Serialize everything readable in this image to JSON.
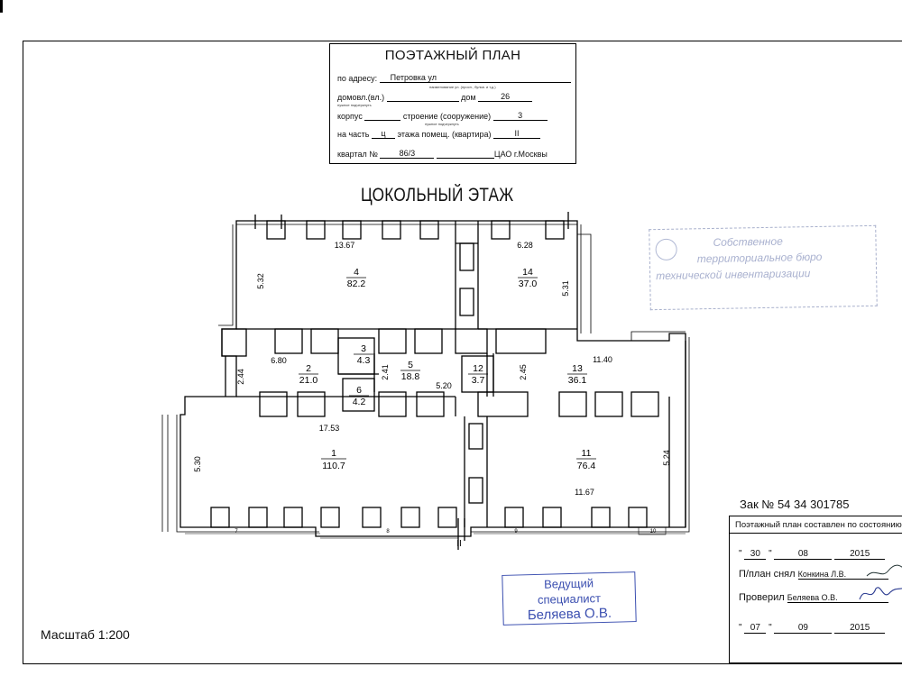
{
  "stamp": {
    "title": "ПОЭТАЖНЫЙ ПЛАН",
    "address_label": "по адресу:",
    "address_value": "Петровка ул",
    "address_hint": "наименование ул. (просп., бульв. и т.д.)",
    "house_label": "домовл.(вл.)",
    "house_hint": "нужное подчеркнуть",
    "dom_label": "дом",
    "dom_value": "26",
    "korpus_label": "корпус",
    "korpus_hint": "нужное подчеркнуть",
    "building_label": "строение (сооружение)",
    "building_value": "3",
    "part_label": "на часть",
    "part_value": "ц",
    "floor_label": "этажа помещ. (квартира)",
    "floor_value": "II",
    "kvartal_label": "квартал №",
    "kvartal_value": "86/3",
    "district_value": "ЦАО г.Москвы"
  },
  "plan_title": "ЦОКОЛЬНЫЙ ЭТАЖ",
  "rooms": [
    {
      "num": "4",
      "area": "82.2"
    },
    {
      "num": "14",
      "area": "37.0"
    },
    {
      "num": "3",
      "area": "4.3"
    },
    {
      "num": "2",
      "area": "21.0"
    },
    {
      "num": "5",
      "area": "18.8"
    },
    {
      "num": "6",
      "area": "4.2"
    },
    {
      "num": "12",
      "area": "3.7"
    },
    {
      "num": "13",
      "area": "36.1"
    },
    {
      "num": "1",
      "area": "110.7"
    },
    {
      "num": "11",
      "area": "76.4"
    }
  ],
  "dimensions": [
    "13.67",
    "6.28",
    "5.32",
    "5.31",
    "6.80",
    "2.44",
    "2.41",
    "5.20",
    "2.45",
    "11.40",
    "17.53",
    "5.30",
    "5.24",
    "11.67"
  ],
  "window_labels": [
    "7",
    "8",
    "9",
    "10"
  ],
  "section_mark": "II",
  "scale_label": "Масштаб 1:200",
  "order_number": "Зак № 54 34 301785",
  "info_box": {
    "state_line": "Поэтажный план составлен по состоянию на",
    "date1": {
      "day": "30",
      "month": "08",
      "year": "2015"
    },
    "taken_label": "П/план снял",
    "taken_name": "Конкина Л.В.",
    "checked_label": "Проверил",
    "checked_name": "Беляева О.В.",
    "date2": {
      "day": "07",
      "month": "09",
      "year": "2015"
    }
  },
  "blue_stamp": {
    "line1": "Ведущий",
    "line2": "специалист",
    "line3": "Беляева О.В."
  },
  "faded_stamp": {
    "line1": "Собственное",
    "line2": "территориальное бюро",
    "line3": "технической инвентаризации"
  }
}
